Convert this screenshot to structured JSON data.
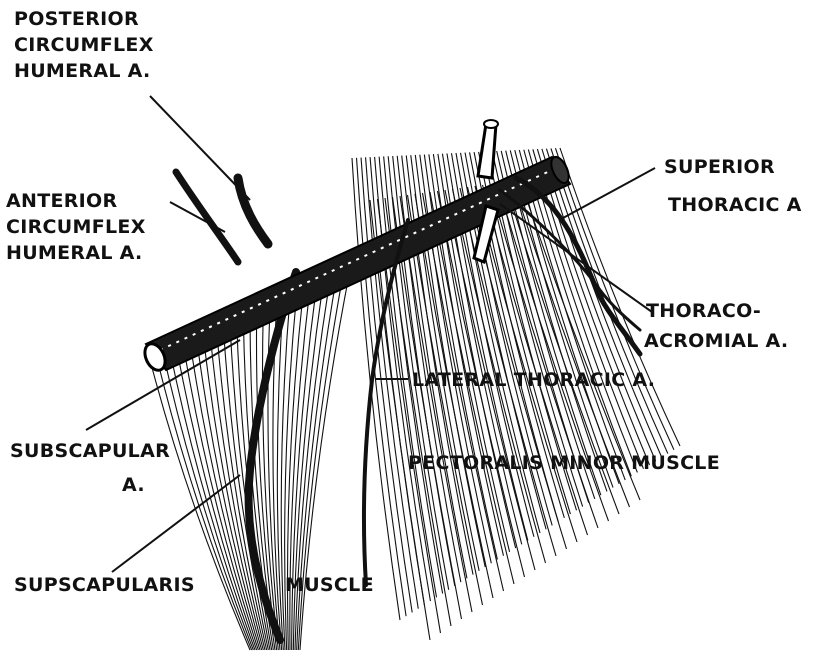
{
  "labels": {
    "posterior_circumflex": [
      "POSTERIOR",
      "CIRCUMFLEX",
      "HUMERAL A."
    ],
    "anterior_circumflex": [
      "ANTERIOR",
      "CIRCUMFLEX",
      "HUMERAL A."
    ],
    "superior_thoracic": [
      "SUPERIOR",
      "THORACIC A"
    ],
    "thoracoacromial": [
      "THORACO-",
      "ACROMIAL A."
    ],
    "lateral_thoracic": "LATERAL THORACIC A.",
    "subscapular": [
      "SUBSCAPULAR",
      "A."
    ],
    "pectoralis_minor": "PECTORALIS MINOR MUSCLE",
    "subscapularis": "SUPSCAPULARIS",
    "muscle": "MUSCLE"
  },
  "colors": {
    "ink": "#111111",
    "background": "#ffffff"
  }
}
